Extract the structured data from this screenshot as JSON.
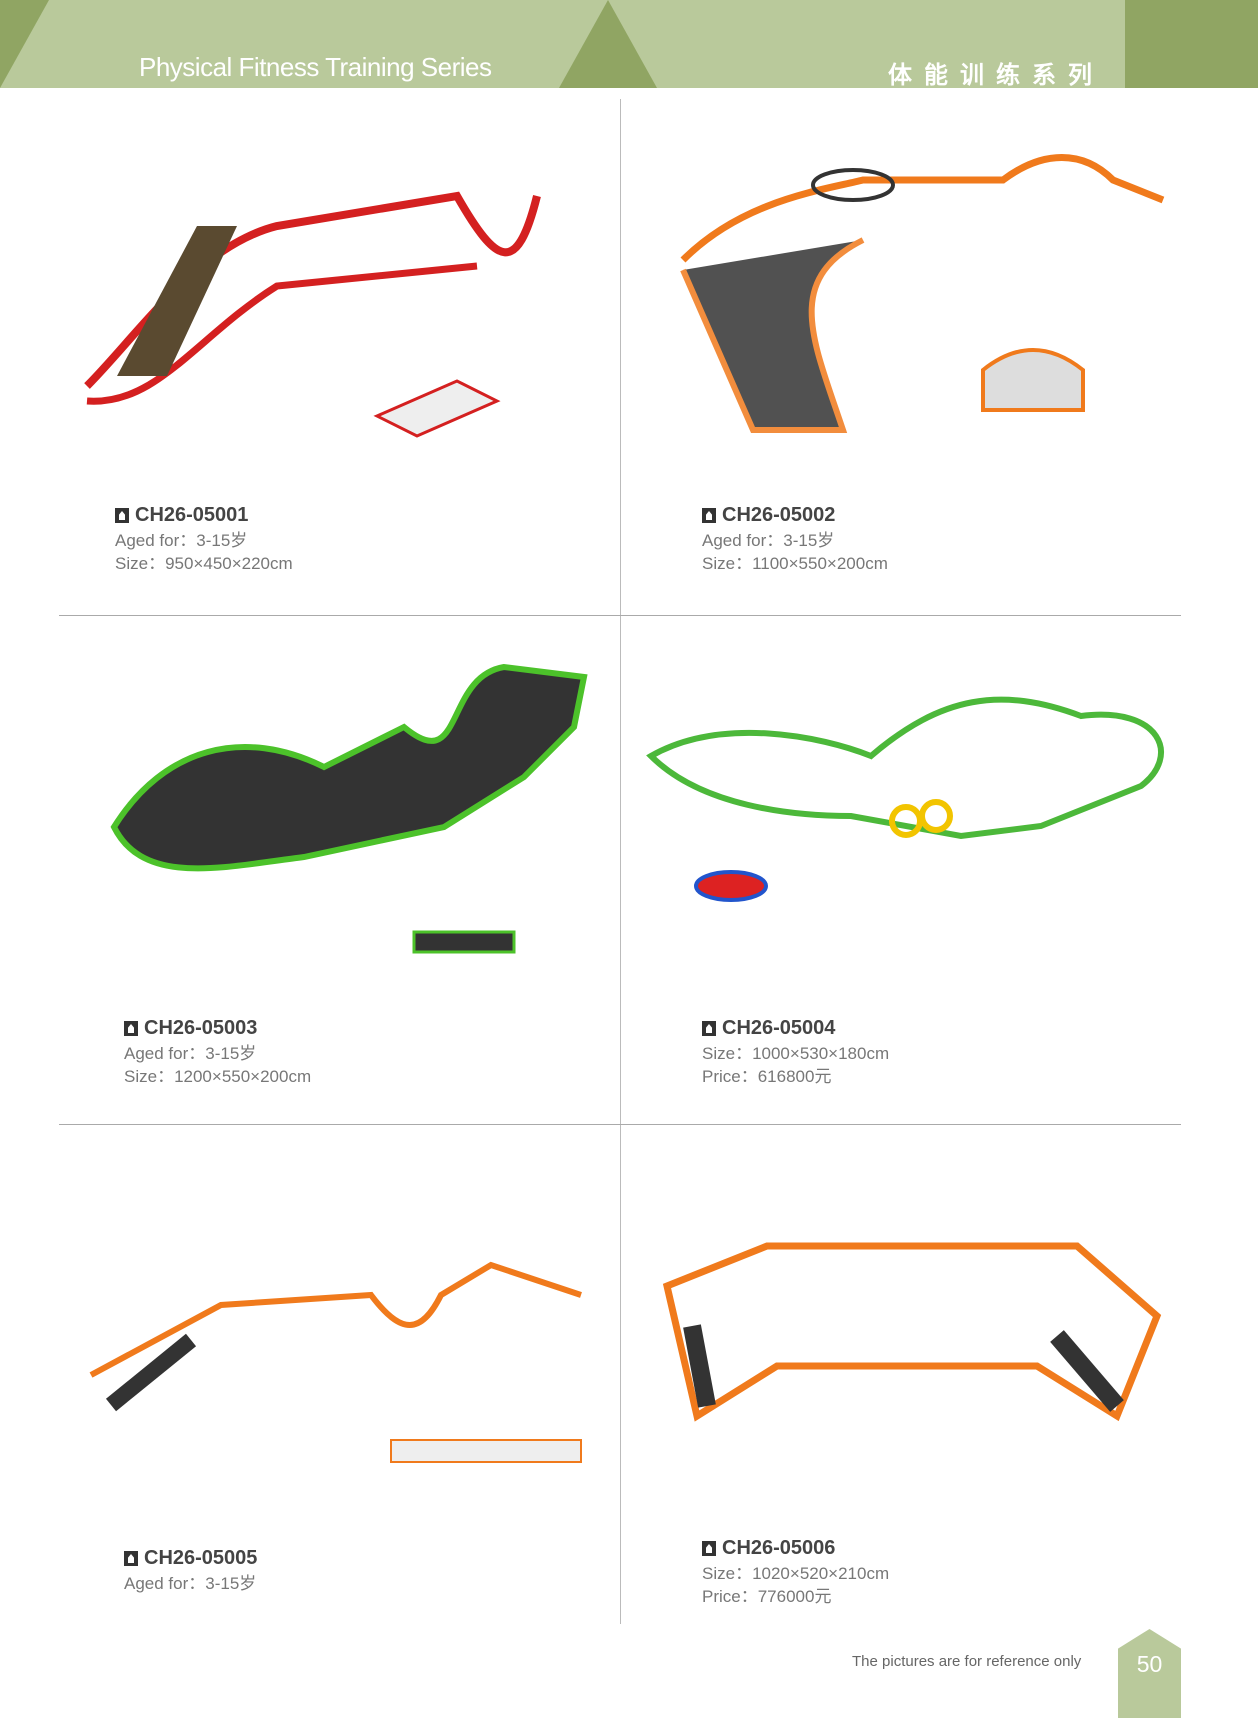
{
  "header": {
    "title_en": "Physical Fitness Training Series",
    "title_cn": "体能训练系列",
    "colors": {
      "light": "#b9c99b",
      "dark": "#90a563"
    }
  },
  "products": [
    {
      "code": "CH26-05001",
      "lines": [
        "Aged for：3-15岁",
        "Size：950×450×220cm"
      ],
      "color": "#d42020"
    },
    {
      "code": "CH26-05002",
      "lines": [
        "Aged for：3-15岁",
        "Size：1100×550×200cm"
      ],
      "color": "#f07a1c"
    },
    {
      "code": "CH26-05003",
      "lines": [
        "Aged for：3-15岁",
        "Size：1200×550×200cm"
      ],
      "color": "#4cc22a"
    },
    {
      "code": "CH26-05004",
      "lines": [
        "Size：1000×530×180cm",
        "Price：616800元"
      ],
      "color": "#4cb83a"
    },
    {
      "code": "CH26-05005",
      "lines": [
        "Aged for：3-15岁"
      ],
      "color": "#f07a1c"
    },
    {
      "code": "CH26-05006",
      "lines": [
        "Size：1020×520×210cm",
        "Price：776000元"
      ],
      "color": "#f07a1c"
    }
  ],
  "footer": {
    "note": "The pictures are for reference only",
    "page": "50"
  }
}
